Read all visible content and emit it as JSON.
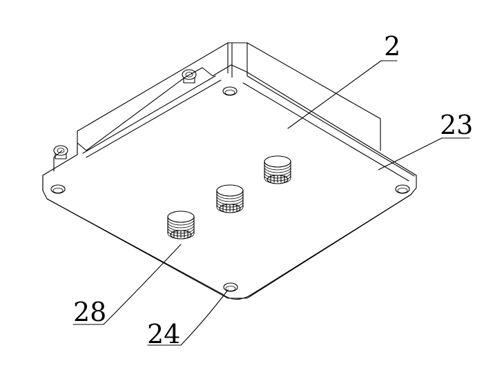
{
  "callouts": {
    "ref_2": "2",
    "ref_23": "23",
    "ref_28": "28",
    "ref_24": "24"
  },
  "colors": {
    "line": "#000000",
    "background": "#ffffff"
  }
}
